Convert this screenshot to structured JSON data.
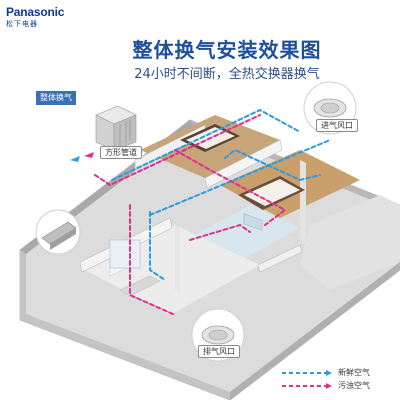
{
  "brand": {
    "name": "Panasonic",
    "sub": "松下电器"
  },
  "header": {
    "title": "整体换气安装效果图",
    "subtitle": "24小时不间断，全热交换器换气"
  },
  "badge": "整体换气",
  "callouts": {
    "duct": "方形管道",
    "inlet": "进气风口",
    "outlet": "排气风口"
  },
  "legend": [
    {
      "label": "新鲜空气",
      "color": "#2e9be0"
    },
    {
      "label": "污浊空气",
      "color": "#e0318a"
    }
  ],
  "colors": {
    "fresh_air": "#2e9be0",
    "stale_air": "#e0318a",
    "brand_blue": "#0a3d91",
    "title_blue": "#1e4f9a"
  }
}
